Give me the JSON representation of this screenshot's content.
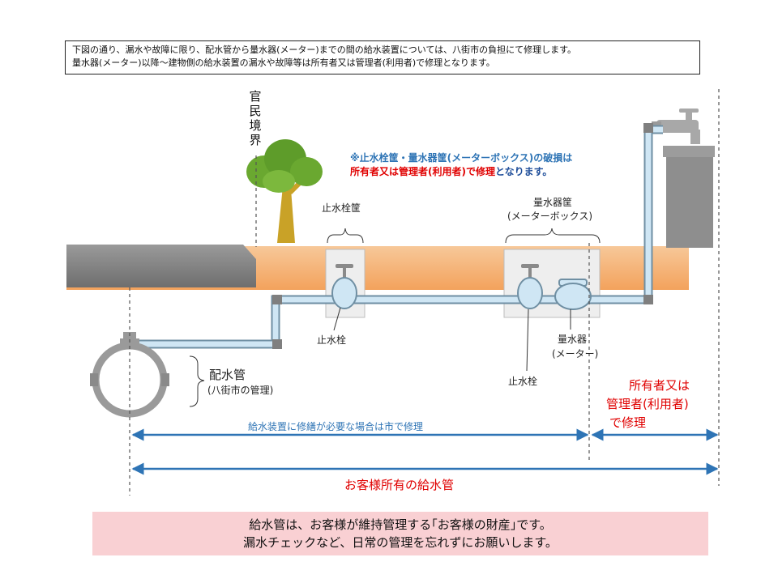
{
  "intro": {
    "line1": "下図の通り、漏水や故障に限り、配水管から量水器(メーター)までの間の給水装置については、八街市の負担にて修理します。",
    "line2": "量水器(メーター)以降～建物側の給水装置の漏水や故障等は所有者又は管理者(利用者)で修理となります。"
  },
  "boundary_label": "官民境界",
  "note": {
    "line1": "※止水栓筐・量水器筐(メーターボックス)の破損は",
    "line2_red": "所有者又は管理者(利用者)で修理",
    "line2_rest": "となります。"
  },
  "labels": {
    "valve_box": "止水栓筐",
    "meter_box": "量水器筐",
    "meter_box_sub": "(メーターボックス)",
    "valve_1": "止水栓",
    "meter": "量水器",
    "meter_sub": "(メーター)",
    "valve_2": "止水栓",
    "main_pipe": "配水管",
    "main_pipe_sub": "(八街市の管理)"
  },
  "owner_repair": {
    "line1": "所有者又は",
    "line2": "管理者(利用者)",
    "line3": "で修理"
  },
  "spans": {
    "city": "給水装置に修繕が必要な場合は市で修理",
    "customer": "お客様所有の給水管"
  },
  "footer": {
    "line1": "給水管は、お客様が維持管理する｢お客様の財産｣です。",
    "line2": "漏水チェックなど、日常の管理を忘れずにお願いします。"
  },
  "colors": {
    "pipe_fill": "#cfe6f4",
    "pipe_outline": "#6f8fa3",
    "arrow_blue": "#2e74b5",
    "red_text": "#e00000",
    "ground_orange": "#f6b878",
    "footer_pink": "#f9d0d3"
  },
  "icons": [
    "tree-icon",
    "faucet-icon",
    "water-tank-icon",
    "stop-valve-icon",
    "water-meter-icon",
    "distribution-pipe-icon"
  ]
}
